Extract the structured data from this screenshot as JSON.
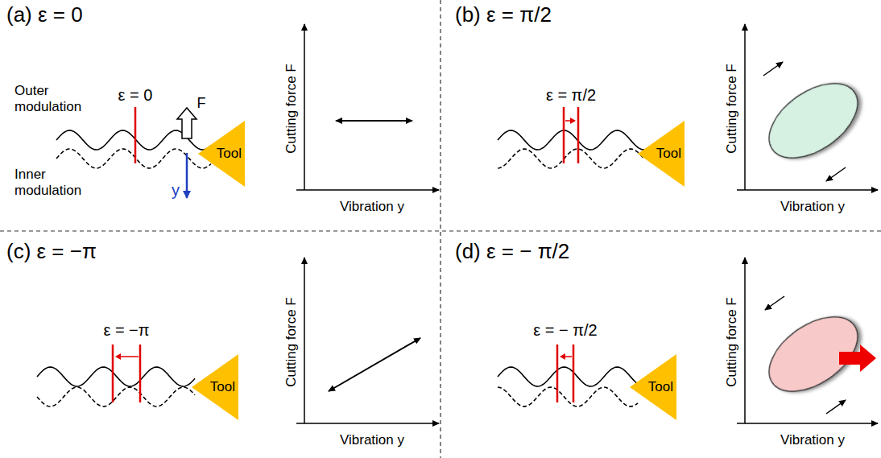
{
  "diagram": {
    "nodes": [
      {
        "text": [
          "Tool"
        ]
      },
      {
        "text": [
          "Tool"
        ]
      },
      {
        "text": [
          "Tool"
        ]
      },
      {
        "text": [
          "Tool"
        ]
      }
    ],
    "labels": [
      "(a) ε = 0",
      "Outer modulation",
      "ε = 0",
      "F",
      "Inner modulation",
      "y",
      "Cutting force F",
      "Vibration y",
      "(b) ε = π/2",
      "ε = π/2",
      "Cutting force F",
      "Vibration y",
      "(c) ε = −π",
      "ε = −π",
      "Cutting force F",
      "Vibration y",
      "(d) ε = − π/2",
      "ε = − π/2",
      "Cutting force F",
      "Vibration y"
    ]
  }
}
